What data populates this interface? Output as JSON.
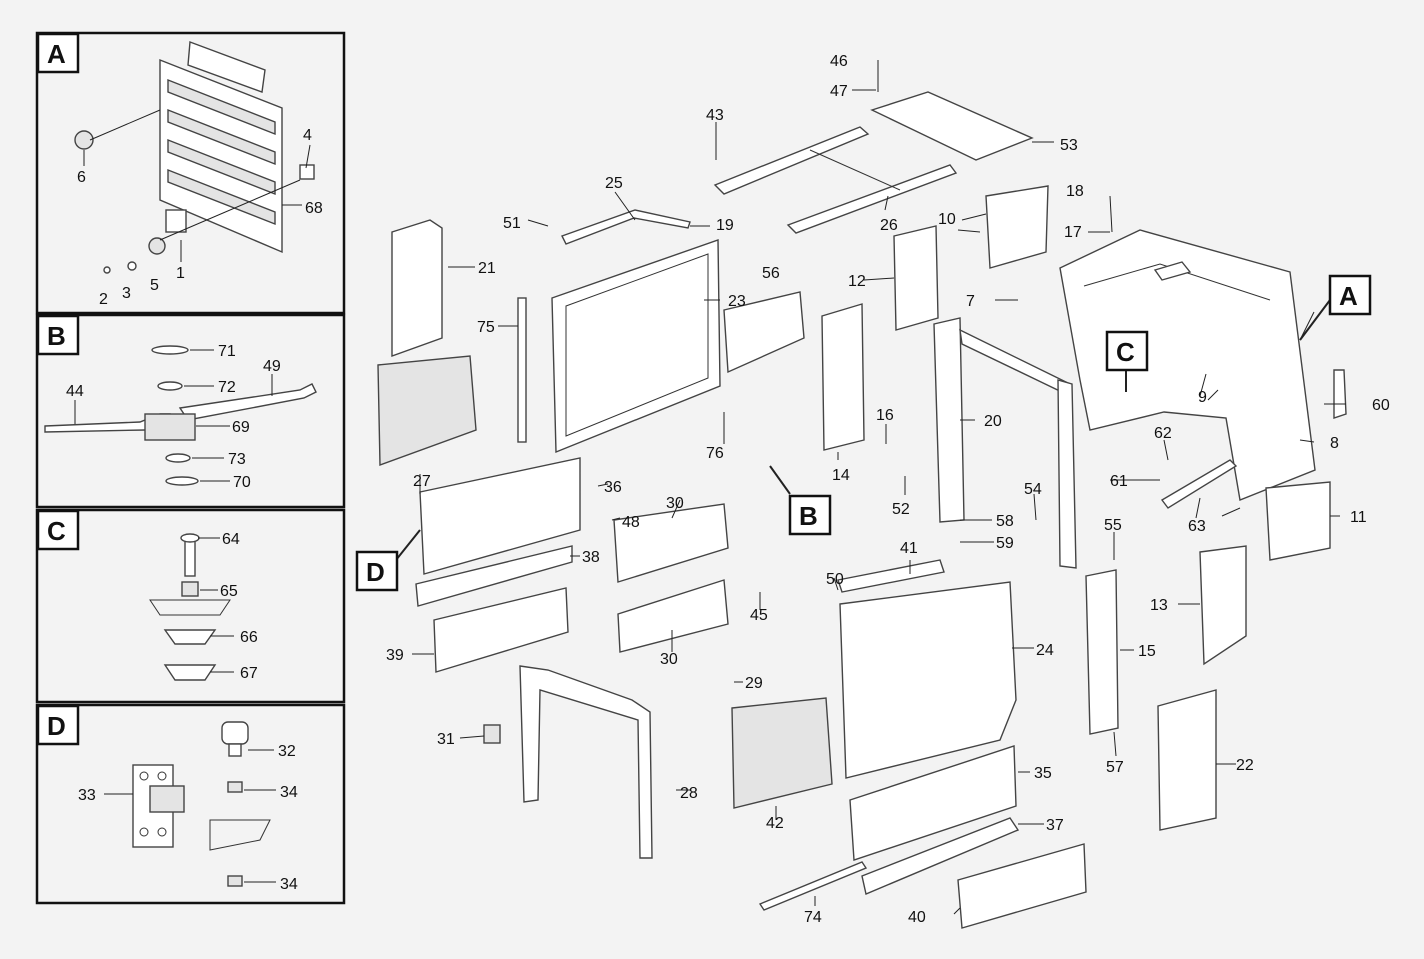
{
  "insets": [
    {
      "id": "A",
      "letter": "A"
    },
    {
      "id": "B",
      "letter": "B"
    },
    {
      "id": "C",
      "letter": "C"
    },
    {
      "id": "D",
      "letter": "D"
    }
  ],
  "callouts": [
    "A",
    "B",
    "C",
    "D"
  ],
  "part_labels": {
    "p1": "1",
    "p2": "2",
    "p3": "3",
    "p4": "4",
    "p5": "5",
    "p6": "6",
    "p7": "7",
    "p8": "8",
    "p9": "9",
    "p10": "10",
    "p11": "11",
    "p12": "12",
    "p13": "13",
    "p14": "14",
    "p15": "15",
    "p16": "16",
    "p17": "17",
    "p18": "18",
    "p19": "19",
    "p20": "20",
    "p21": "21",
    "p22": "22",
    "p23": "23",
    "p24": "24",
    "p25": "25",
    "p26": "26",
    "p27": "27",
    "p28": "28",
    "p29": "29",
    "p30a": "30",
    "p30b": "30",
    "p31": "31",
    "p32": "32",
    "p33": "33",
    "p34a": "34",
    "p34b": "34",
    "p35": "35",
    "p36": "36",
    "p37": "37",
    "p38": "38",
    "p39": "39",
    "p40": "40",
    "p41": "41",
    "p42": "42",
    "p43": "43",
    "p44": "44",
    "p45": "45",
    "p46": "46",
    "p47": "47",
    "p48": "48",
    "p49": "49",
    "p50": "50",
    "p51": "51",
    "p52": "52",
    "p53": "53",
    "p54": "54",
    "p55": "55",
    "p56": "56",
    "p57": "57",
    "p58": "58",
    "p59": "59",
    "p60": "60",
    "p61": "61",
    "p62": "62",
    "p63": "63",
    "p64": "64",
    "p65": "65",
    "p66": "66",
    "p67": "67",
    "p68": "68",
    "p69": "69",
    "p70": "70",
    "p71": "71",
    "p72": "72",
    "p73": "73",
    "p74": "74",
    "p75": "75",
    "p76": "76"
  }
}
